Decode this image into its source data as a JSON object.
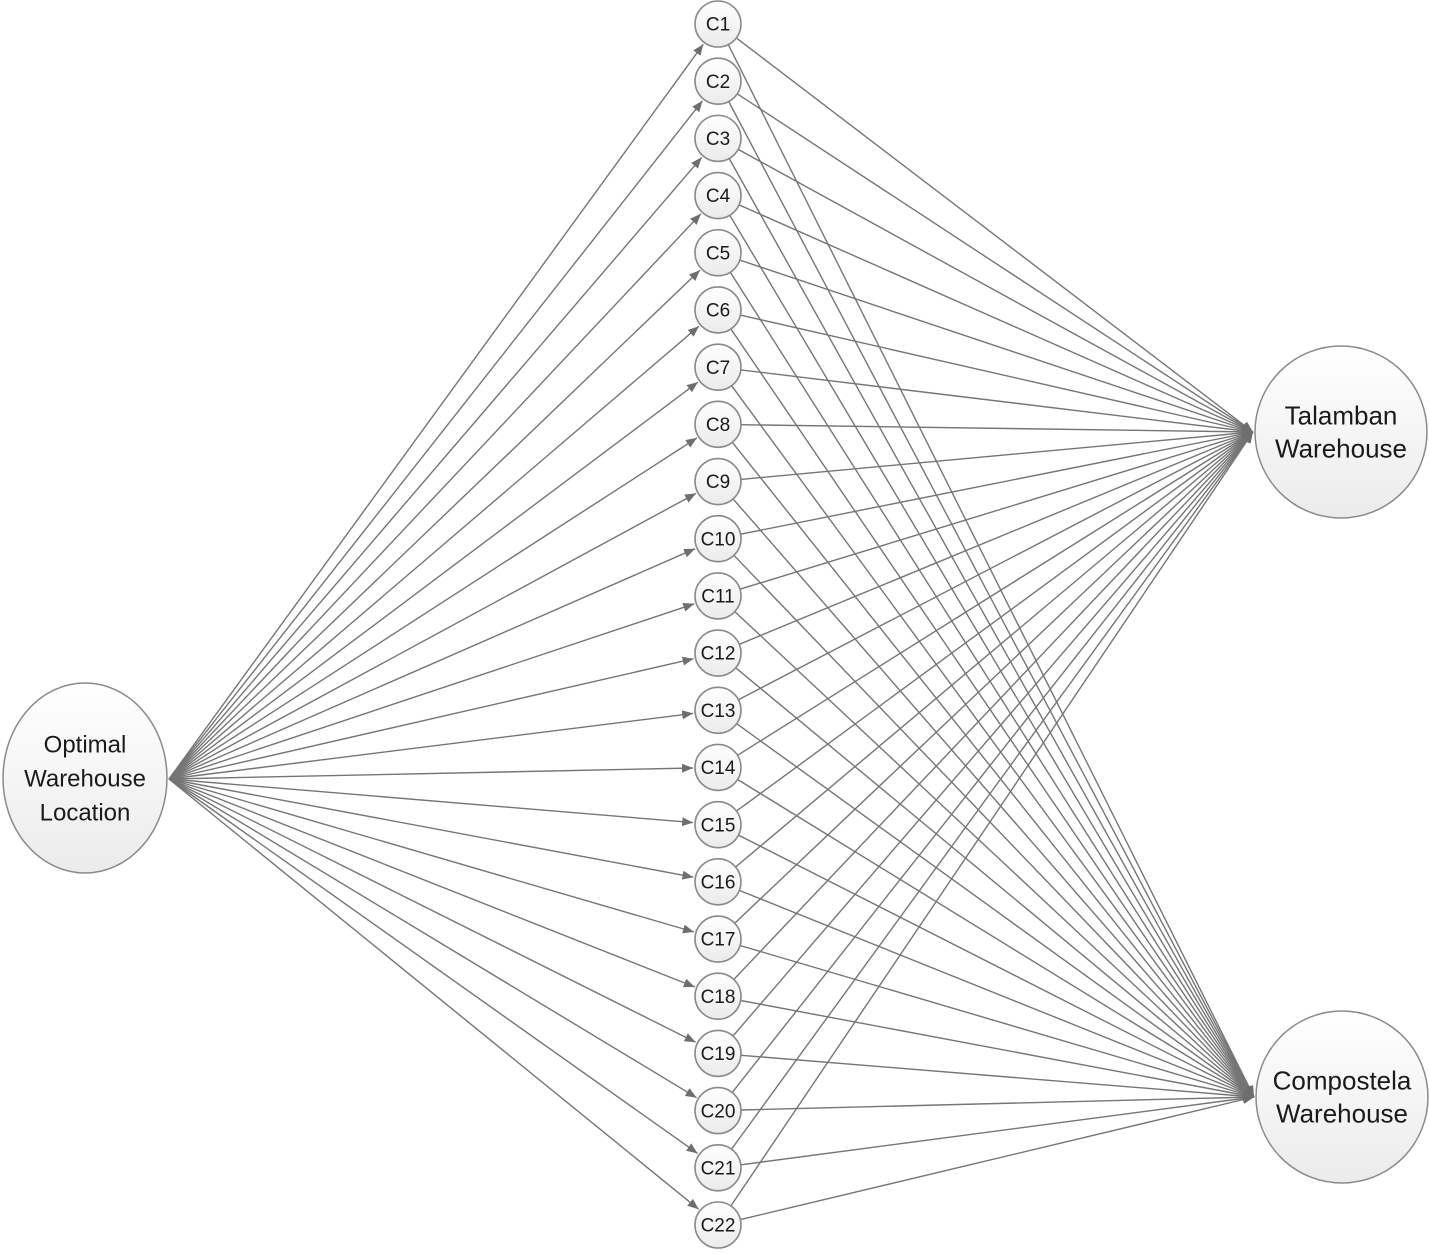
{
  "diagram": {
    "type": "network-flow-diagram",
    "source_node": {
      "id": "optimal",
      "label_lines": [
        "Optimal",
        "Warehouse",
        "Location"
      ]
    },
    "customer_nodes": [
      "C1",
      "C2",
      "C3",
      "C4",
      "C5",
      "C6",
      "C7",
      "C8",
      "C9",
      "C10",
      "C11",
      "C12",
      "C13",
      "C14",
      "C15",
      "C16",
      "C17",
      "C18",
      "C19",
      "C20",
      "C21",
      "C22"
    ],
    "warehouse_nodes": [
      {
        "id": "talamban",
        "label_lines": [
          "Talamban",
          "Warehouse"
        ]
      },
      {
        "id": "compostela",
        "label_lines": [
          "Compostela",
          "Warehouse"
        ]
      }
    ],
    "edges": [
      {
        "from": "optimal",
        "to": "each-customer",
        "arrow": "at-customer"
      },
      {
        "from": "each-customer",
        "to": "talamban",
        "arrow": "at-warehouse"
      },
      {
        "from": "each-customer",
        "to": "compostela",
        "arrow": "at-warehouse"
      }
    ],
    "colors": {
      "edge": "#757575",
      "arrowhead": "#6e6e6e",
      "node_border": "#8a8a8a",
      "node_fill_top": "#ffffff",
      "node_fill_bottom": "#ebebeb",
      "text": "#1a1a1a",
      "background": "#ffffff"
    }
  }
}
